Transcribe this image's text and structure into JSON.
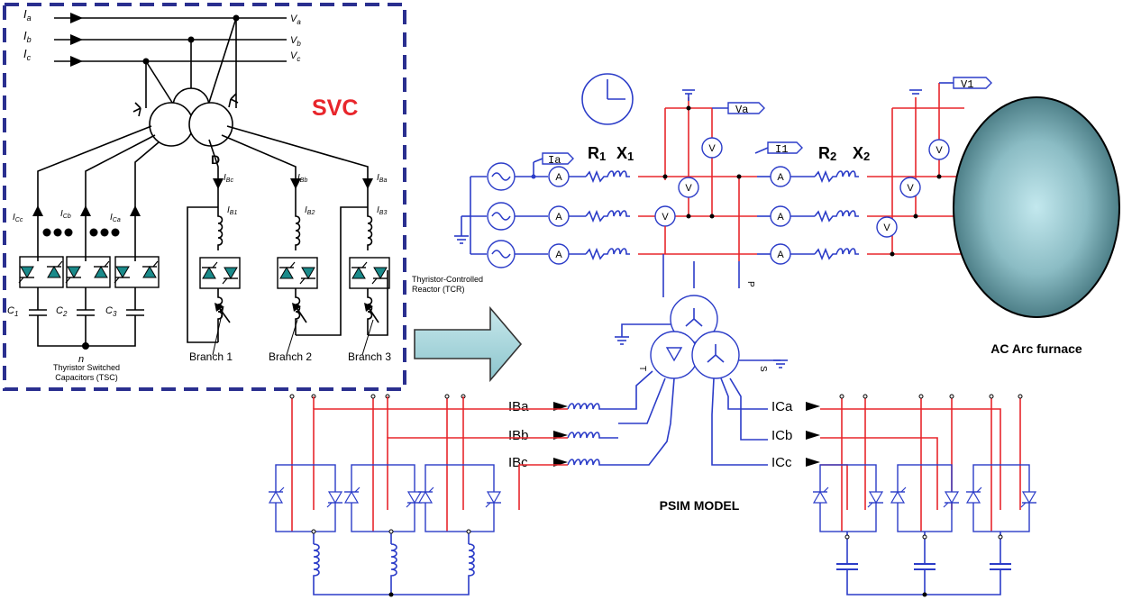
{
  "svc": {
    "title": "SVC",
    "phase_currents": [
      "I",
      "I",
      "I"
    ],
    "phase_current_subs": [
      "a",
      "b",
      "c"
    ],
    "phase_voltages": [
      "V",
      "V",
      "V"
    ],
    "phase_voltage_subs": [
      "a",
      "b",
      "c"
    ],
    "transformer_label": "D",
    "tsc_currents": [
      "I",
      "I",
      "I"
    ],
    "tsc_current_subs": [
      "Cc",
      "Cb",
      "Ca"
    ],
    "tcr_currents": [
      "I",
      "I",
      "I"
    ],
    "tcr_current_subs": [
      "Bc",
      "Bb",
      "Ba"
    ],
    "branch_currents": [
      "I",
      "I",
      "I"
    ],
    "branch_current_subs": [
      "B1",
      "B2",
      "B3"
    ],
    "capacitors": [
      "C",
      "C",
      "C"
    ],
    "capacitor_subs": [
      "1",
      "2",
      "3"
    ],
    "neutral_label": "n",
    "tsc_caption_1": "Thyristor Switched",
    "tsc_caption_2": "Capacitors (TSC)",
    "tcr_caption_1": "Thyristor-Controlled",
    "tcr_caption_2": "Reactor (TCR)",
    "branches": [
      "Branch 1",
      "Branch 2",
      "Branch 3"
    ]
  },
  "psim": {
    "meter_ia": "Ia",
    "meter_va": "Va",
    "meter_i1": "I1",
    "meter_v1": "V1",
    "r1": "R",
    "r1_sub": "1",
    "x1": "X",
    "x1_sub": "1",
    "r2": "R",
    "r2_sub": "2",
    "x2": "X",
    "x2_sub": "2",
    "furnace_label": "AC Arc furnace",
    "model_label": "PSIM MODEL",
    "tcr_currents": [
      "IBa",
      "IBb",
      "IBc"
    ],
    "tsc_currents": [
      "ICa",
      "ICb",
      "ICc"
    ],
    "ammeter_glyph": "A",
    "voltmeter_glyph": "V",
    "trafo_tag_left": "T",
    "trafo_tag_right": "S",
    "trafo_tag_top": "P"
  },
  "colors": {
    "svc_border": "#2a2f8f",
    "svc_title": "#e8262c",
    "red_wire": "#e8262c",
    "blue_wire": "#2b3cc8",
    "thyristor_fill": "#1a8a8a",
    "arrow_fill": "#a9d6dc",
    "furnace_dark": "#3d6f78",
    "furnace_light": "#c3e8ee"
  }
}
